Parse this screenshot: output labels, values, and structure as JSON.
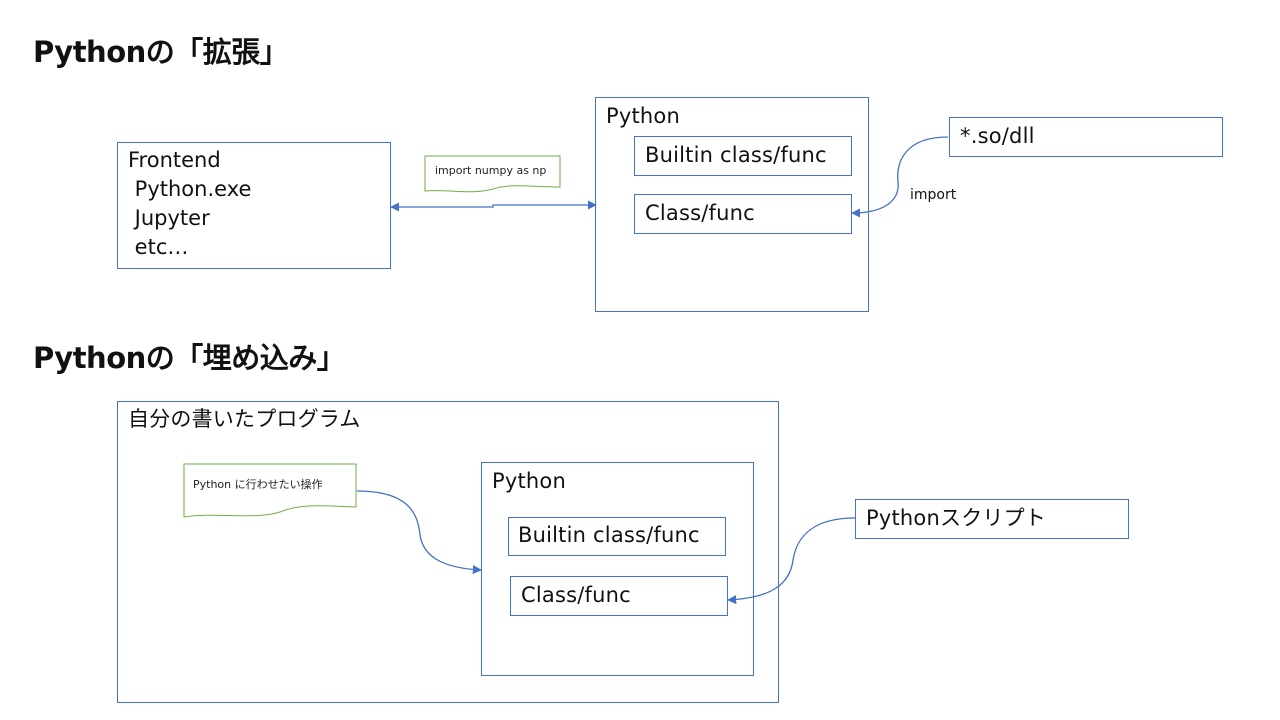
{
  "extension": {
    "heading": "Pythonの「拡張」",
    "frontend": {
      "title": "Frontend",
      "items": [
        " Python.exe",
        " Jupyter",
        " etc…"
      ]
    },
    "note": "import numpy as np",
    "python": {
      "title": "Python",
      "builtin": "Builtin class/func",
      "classfunc": "Class/func"
    },
    "library": "*.so/dll",
    "import_label": "import"
  },
  "embedding": {
    "heading": "Pythonの「埋め込み」",
    "program_title": "自分の書いたプログラム",
    "note": "Python に行わせたい操作",
    "python": {
      "title": "Python",
      "builtin": "Builtin class/func",
      "classfunc": "Class/func"
    },
    "script": "Pythonスクリプト"
  },
  "colors": {
    "box_border": "#4472c4",
    "note_border": "#70ad47",
    "arrow": "#4472c4"
  }
}
